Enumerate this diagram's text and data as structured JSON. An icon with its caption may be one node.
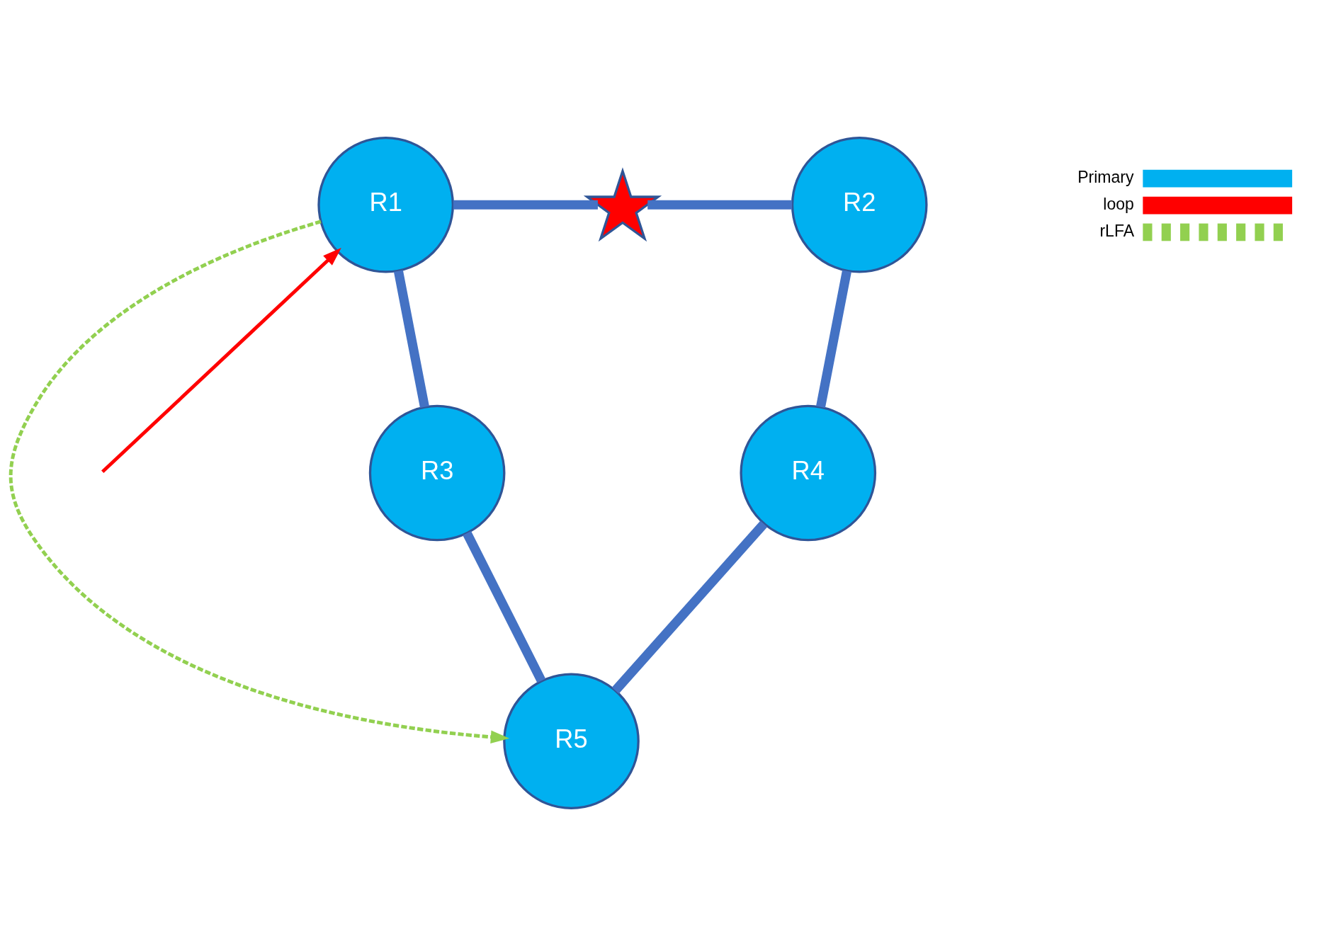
{
  "diagram": {
    "nodes": [
      {
        "text": [
          "R1"
        ]
      },
      {
        "text": [],
        "shape": "star"
      },
      {
        "text": [
          "R2"
        ]
      },
      {
        "text": [
          "R3"
        ]
      },
      {
        "text": [
          "R4"
        ]
      },
      {
        "text": [
          "R5"
        ]
      }
    ],
    "edges": [
      {
        "from": 0,
        "to": 1,
        "arrow": "none"
      },
      {
        "from": 1,
        "to": 2,
        "arrow": "none"
      },
      {
        "from": 0,
        "to": 3,
        "arrow": "none"
      },
      {
        "from": 2,
        "to": 4,
        "arrow": "none"
      },
      {
        "from": 3,
        "to": 5,
        "arrow": "none"
      },
      {
        "from": 4,
        "to": 5,
        "arrow": "none"
      },
      {
        "from": 0,
        "to": 5,
        "arrow": "to",
        "style": "dashed",
        "color": "#92d050"
      },
      {
        "from": null,
        "to": 0,
        "arrow": "to",
        "color": "#ff0000"
      }
    ],
    "legend": [
      {
        "text": "Primary"
      },
      {
        "text": "loop"
      },
      {
        "text": "rLFA"
      }
    ]
  }
}
